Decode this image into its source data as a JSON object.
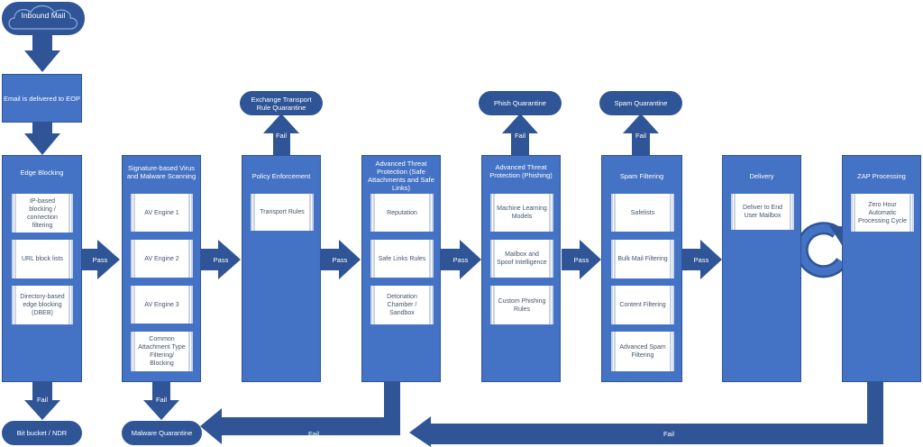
{
  "colors": {
    "fill": "#4472c4",
    "dark": "#2f5597",
    "card_border": "#c9d3e8",
    "card_text": "#44546a"
  },
  "start": {
    "label": "Inbound Mail"
  },
  "delivered": {
    "label": "Email is delivered to EOP"
  },
  "columns": [
    {
      "title": "Edge Blocking",
      "cards": [
        "IP-based blocking / connection filtering",
        "URL block lists",
        "Directory-based edge blocking (DBEB)"
      ]
    },
    {
      "title": "Signature-based Virus and Malware Scanning",
      "cards": [
        "AV Engine 1",
        "AV Engine 2",
        "AV Engine 3",
        "Common Attachment Type Filtering/ Blocking"
      ]
    },
    {
      "title": "Policy Enforcement",
      "cards": [
        "Transport Rules"
      ]
    },
    {
      "title": "Advanced Threat Protection (Safe Attachments and Safe Links)",
      "cards": [
        "Reputation",
        "Safe Links Rules",
        "Detonation Chamber / Sandbox"
      ]
    },
    {
      "title": "Advanced Threat Protection (Phishing)",
      "cards": [
        "Machine Learning Models",
        "Mailbox and Spoof Intelligence",
        "Custom Phishing Rules"
      ]
    },
    {
      "title": "Spam Filtering",
      "cards": [
        "Safelists",
        "Bulk Mail Filtering",
        "Content Filtering",
        "Advanced Spam Filtering"
      ]
    },
    {
      "title": "Delivery",
      "cards": [
        "Deliver to End User Mailbox"
      ]
    },
    {
      "title": "ZAP Processing",
      "cards": [
        "Zero Hour Automatic Processing Cycle"
      ]
    }
  ],
  "pass_label": "Pass",
  "fail_label": "Fail",
  "quarantines": {
    "transport": "Exchange Transport Rule Quarantine",
    "phish": "Phish Quarantine",
    "spam": "Spam Quarantine",
    "malware": "Malware Quarantine",
    "bitbucket": "Bit bucket / NDR"
  },
  "icons": [
    "cloud-icon",
    "cycle-icon"
  ]
}
